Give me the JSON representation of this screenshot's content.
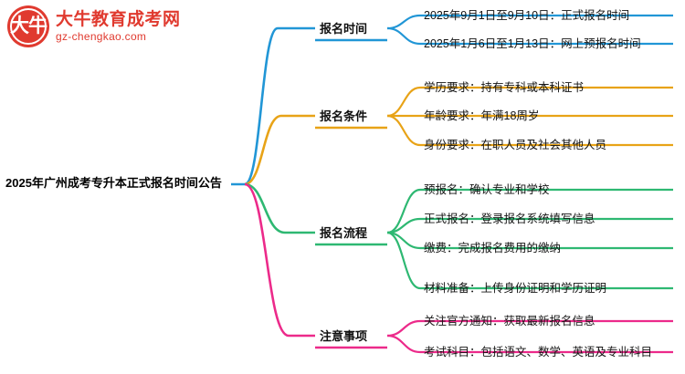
{
  "logo": {
    "glyph": "大牛",
    "title": "大牛教育成考网",
    "subtitle": "gz-chengkao.com"
  },
  "mindmap": {
    "root": "2025年广州成考专升本正式报名时间公告",
    "branches": [
      {
        "label": "报名时间",
        "color": "#2196d6",
        "children": [
          "2025年9月1日至9月10日：正式报名时间",
          "2025年1月6日至1月13日：网上预报名时间"
        ]
      },
      {
        "label": "报名条件",
        "color": "#e8a317",
        "children": [
          "学历要求：持有专科或本科证书",
          "年龄要求：年满18周岁",
          "身份要求：在职人员及社会其他人员"
        ]
      },
      {
        "label": "报名流程",
        "color": "#2eb872",
        "children": [
          "预报名：确认专业和学校",
          "正式报名：登录报名系统填写信息",
          "缴费：完成报名费用的缴纳",
          "材料准备：上传身份证明和学历证明"
        ]
      },
      {
        "label": "注意事项",
        "color": "#ec2a8a",
        "children": [
          "关注官方通知：获取最新报名信息",
          "考试科目：包括语文、数学、英语及专业科目"
        ]
      }
    ]
  }
}
